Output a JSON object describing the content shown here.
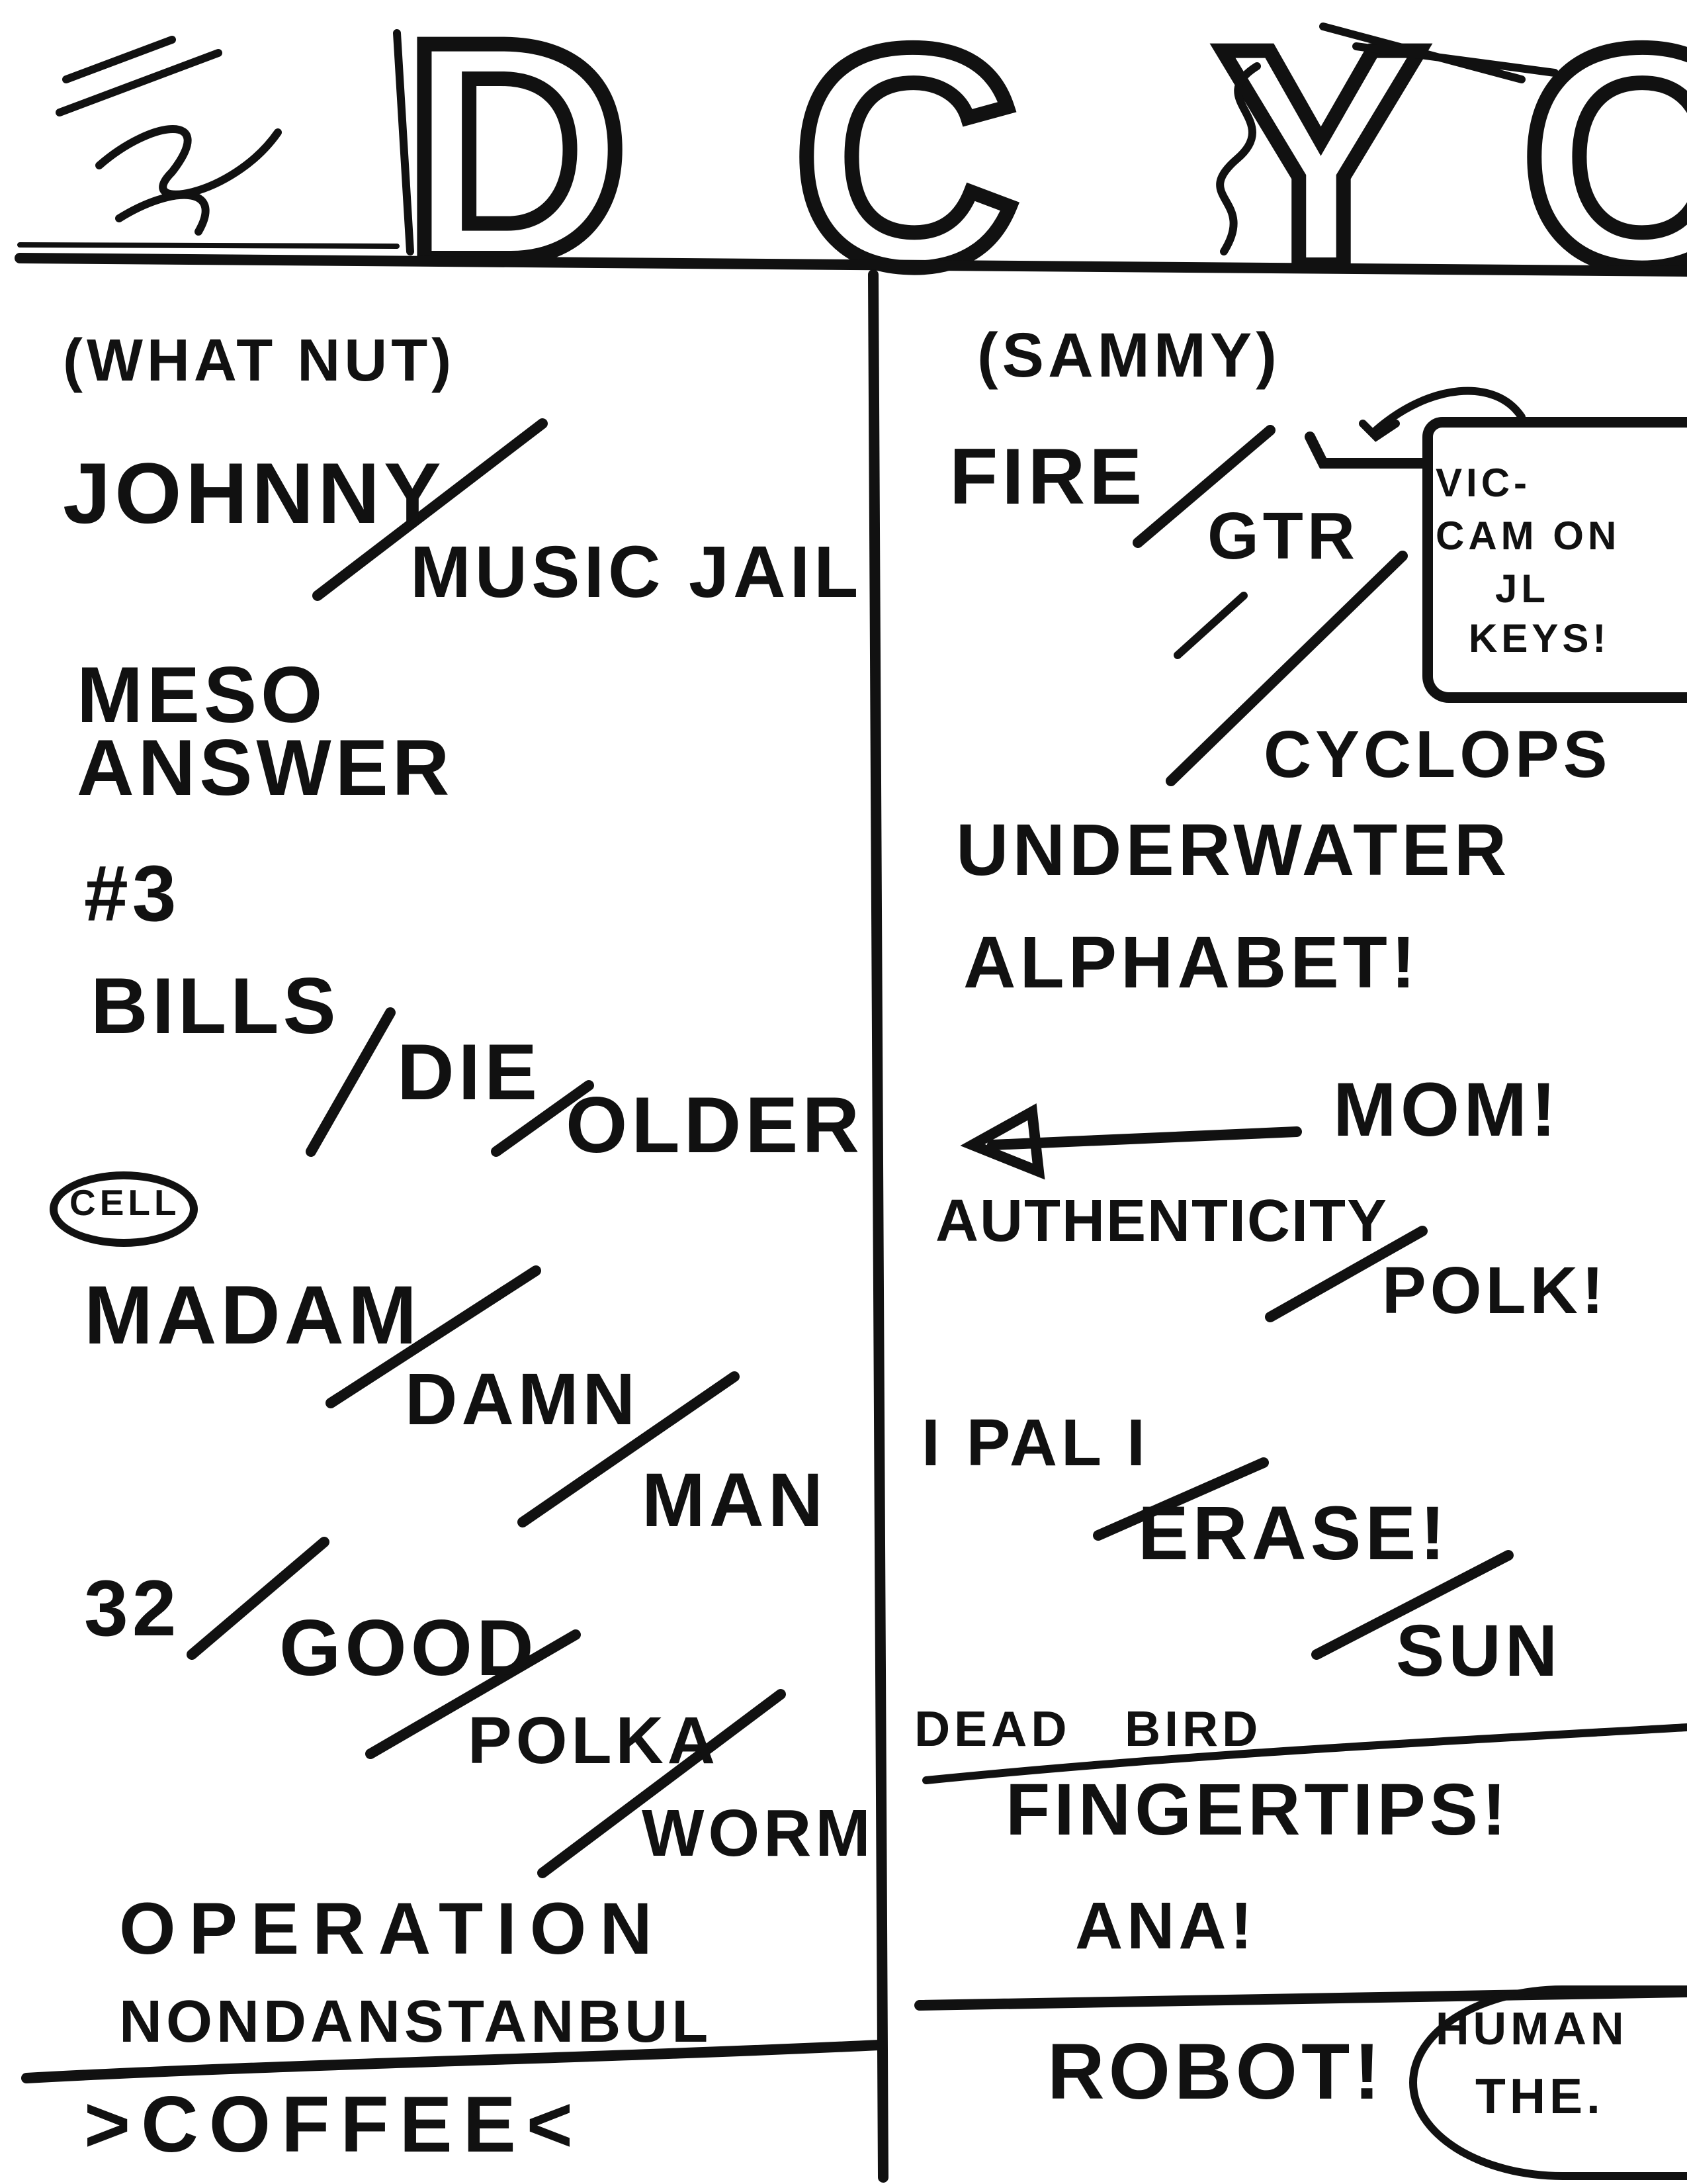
{
  "header": {
    "letters": [
      "D",
      "C",
      "Y",
      "O"
    ]
  },
  "left_column": {
    "note_top": "(WHAT NUT)",
    "songs": [
      "JOHNNY",
      "MUSIC JAIL",
      "MESO",
      "ANSWER",
      "#3",
      "BILLS",
      "DIE",
      "OLDER",
      "MADAM",
      "DAMN",
      "MAN",
      "32",
      "GOOD",
      "POLKA",
      "WORM",
      "OPERATION",
      "NONDANSTANBUL"
    ],
    "circled_note": "CELL",
    "footer": ">COFFEE<"
  },
  "right_column": {
    "note_top": "(SAMMY)",
    "songs": [
      "FIRE",
      "GTR",
      "CYCLOPS",
      "UNDERWATER",
      "ALPHABET!",
      "MOM!",
      "AUTHENTICITY",
      "POLK!",
      "I PAL I",
      "ERASE!",
      "SUN",
      "DEAD",
      "BIRD",
      "FINGERTIPS!",
      "ANA!",
      "ROBOT!"
    ],
    "box_note": [
      "VIC-",
      "CAM ON",
      "JL",
      "KEYS!"
    ],
    "circled_note": [
      "HUMAN",
      "THE."
    ]
  }
}
